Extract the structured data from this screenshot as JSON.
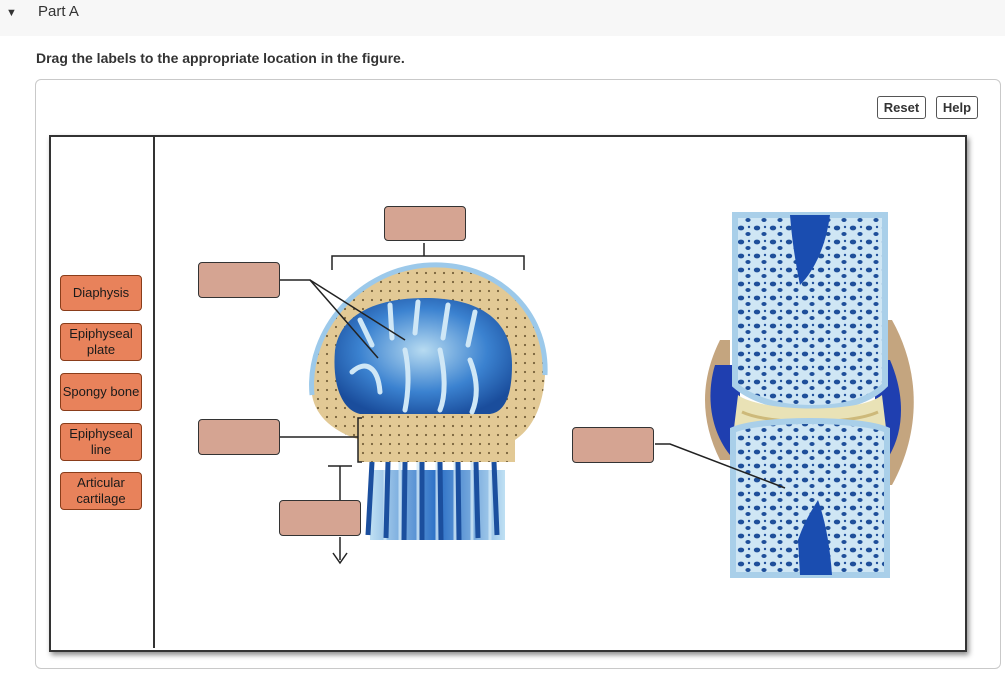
{
  "header": {
    "title": "Part A"
  },
  "instruction": "Drag the labels to the appropriate location in the figure.",
  "toolbar": {
    "reset_label": "Reset",
    "help_label": "Help"
  },
  "labels": [
    {
      "text": "Diaphysis"
    },
    {
      "text": "Epiphyseal plate"
    },
    {
      "text": "Spongy bone"
    },
    {
      "text": "Epiphyseal line"
    },
    {
      "text": "Articular cartilage"
    }
  ],
  "colors": {
    "label_fill": "#e8825b",
    "target_fill": "#d5a492",
    "bone_blue": "#1f5fb8",
    "compact_tan": "#e2c995"
  },
  "icons": {
    "collapse": "caret-down-icon",
    "cursor": "mouse-pointer-icon"
  }
}
